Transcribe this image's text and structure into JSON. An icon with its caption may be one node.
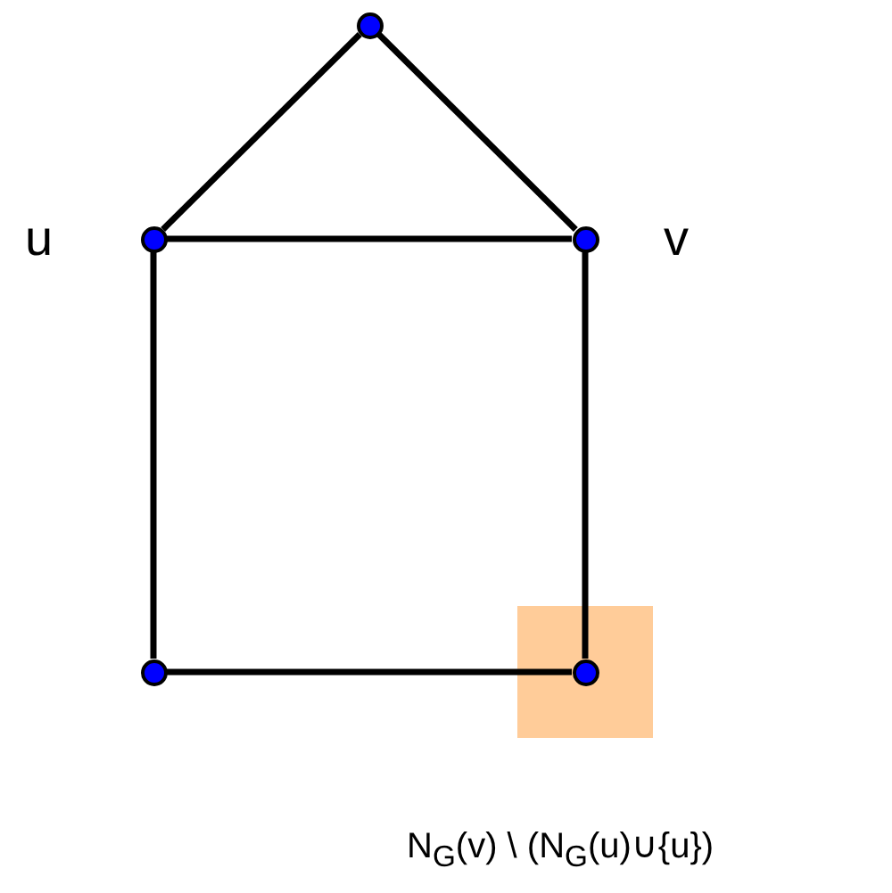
{
  "diagram": {
    "nodes": [
      {
        "text": [],
        "shape": "circle"
      },
      {
        "text": [],
        "shape": "circle",
        "beside": [
          "u"
        ]
      },
      {
        "text": [],
        "shape": "circle",
        "beside": [
          "v"
        ]
      },
      {
        "text": [],
        "shape": "box"
      },
      {
        "text": [],
        "shape": "circle"
      },
      {
        "text": [],
        "shape": "circle",
        "in": 3
      }
    ],
    "edges": [
      {
        "from": 0,
        "to": 1,
        "arrow": "none"
      },
      {
        "from": 0,
        "to": 2,
        "arrow": "none"
      },
      {
        "from": 1,
        "to": 2,
        "arrow": "none"
      },
      {
        "from": 1,
        "to": 4,
        "arrow": "none"
      },
      {
        "from": 2,
        "to": 5,
        "arrow": "none"
      },
      {
        "from": 4,
        "to": 5,
        "arrow": "none"
      }
    ],
    "labels": [
      "N$_{G}$(v) \\ (N$_{G}$(u)∪{u})"
    ]
  }
}
